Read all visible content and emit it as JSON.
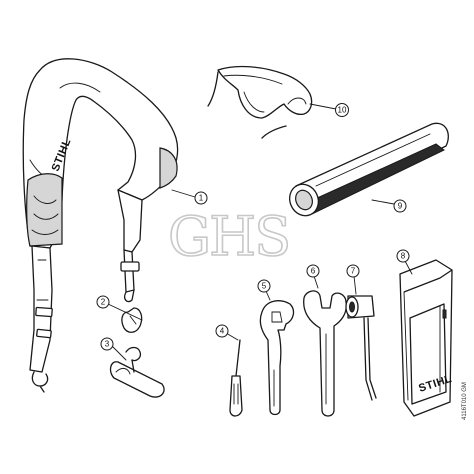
{
  "diagram": {
    "watermark": "GHS",
    "doc_id": "4116T010 GM",
    "brand_text": "STIHL",
    "callouts": [
      "1",
      "2",
      "3",
      "4",
      "5",
      "6",
      "7",
      "8",
      "9",
      "10"
    ],
    "parts": [
      "harness",
      "carabiner",
      "swivel-hook",
      "screwdriver",
      "combination-wrench",
      "open-end-wrench",
      "box-wrench",
      "tool-pouch",
      "tool-roll",
      "safety-glasses"
    ]
  }
}
